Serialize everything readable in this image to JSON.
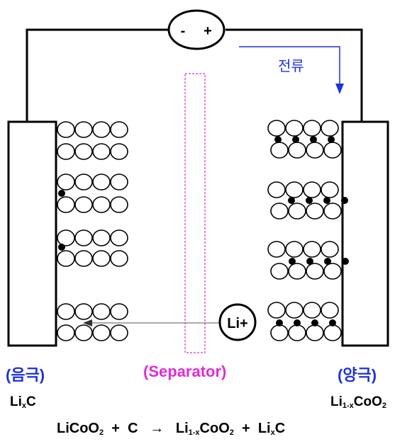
{
  "battery": {
    "minus_sign": "-",
    "plus_sign": "+",
    "current_label": "전류"
  },
  "ion_label": "Li+",
  "labels": {
    "anode": "(음극)",
    "separator": "(Separator)",
    "cathode": "(양극)"
  },
  "formulas": {
    "anode": {
      "base": "Li",
      "sub": "x",
      "rest": "C"
    },
    "cathode": {
      "base": "Li",
      "sub": "1-x",
      "rest": "CoO",
      "sub2": "2"
    },
    "reaction": {
      "r1a": "LiCoO",
      "r1sub": "2",
      "plus1": "+",
      "r2": "C",
      "arrow": "→",
      "p1a": "Li",
      "p1sub": "1-x",
      "p1b": "CoO",
      "p1sub2": "2",
      "plus2": "+",
      "p2a": "Li",
      "p2sub": "x",
      "p2b": "C"
    }
  },
  "colors": {
    "current_arrow": "#1f33d6",
    "separator": "#e02bd8",
    "label_blue": "#1f33d6"
  }
}
